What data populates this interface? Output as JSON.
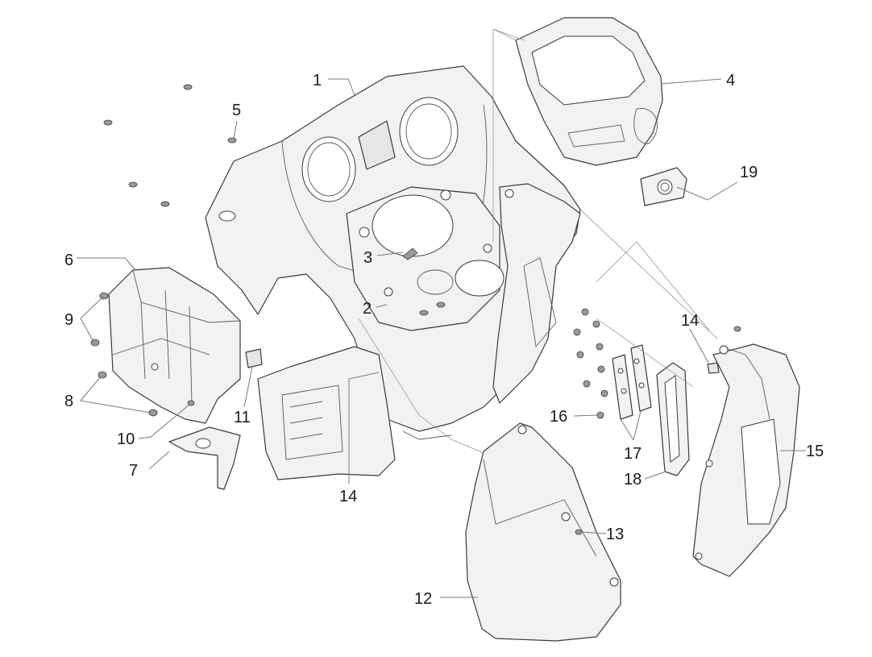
{
  "callouts": {
    "c1": "1",
    "c2": "2",
    "c3": "3",
    "c4": "4",
    "c5": "5",
    "c6": "6",
    "c7": "7",
    "c8": "8",
    "c9": "9",
    "c10": "10",
    "c11": "11",
    "c12": "12",
    "c13": "13",
    "c14a": "14",
    "c14b": "14",
    "c15": "15",
    "c16": "16",
    "c17": "17",
    "c18": "18",
    "c19": "19"
  }
}
